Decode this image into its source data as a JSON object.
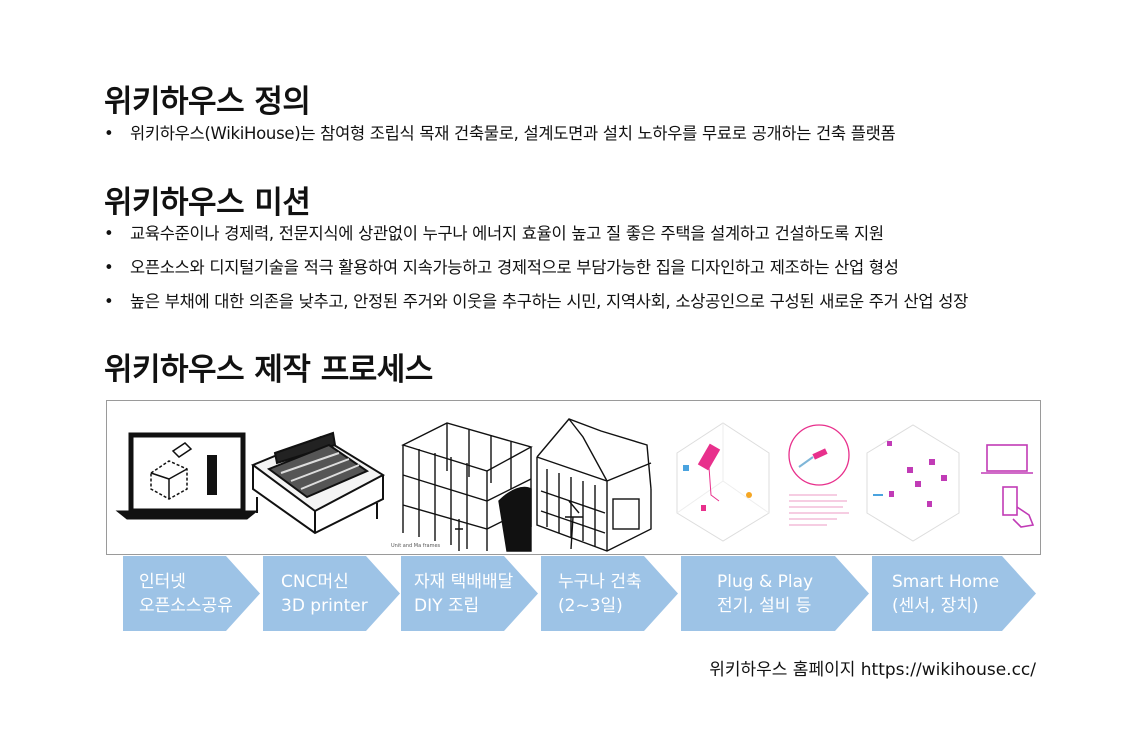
{
  "sections": [
    {
      "title": "위키하우스 정의",
      "bullets": [
        "위키하우스(WikiHouse)는 참여형 조립식 목재 건축물로, 설계도면과 설치 노하우를 무료로 공개하는 건축 플랫폼"
      ]
    },
    {
      "title": "위키하우스 미션",
      "bullets": [
        "교육수준이나 경제력, 전문지식에 상관없이 누구나 에너지 효율이 높고 질 좋은 주택을 설계하고 건설하도록 지원",
        "오픈소스와 디지털기술을 적극 활용하여 지속가능하고 경제적으로 부담가능한 집을 디자인하고 제조하는 산업 형성",
        "높은 부채에 대한 의존을 낮추고, 안정된 주거와 이웃을 추구하는 시민, 지역사회, 소상공인으로 구성된 새로운 주거 산업 성장"
      ]
    },
    {
      "title": "위키하우스 제작 프로세스"
    }
  ],
  "steps": [
    {
      "line1": "인터넷",
      "line2": "오픈소스공유"
    },
    {
      "line1": "CNC머신",
      "line2": "3D printer"
    },
    {
      "line1": "자재 택배배달",
      "line2": "DIY 조립"
    },
    {
      "line1": "누구나 건축",
      "line2": "(2~3일)"
    },
    {
      "line1": "Plug & Play",
      "line2": "전기, 설비 등"
    },
    {
      "line1": "Smart Home",
      "line2": "(센서, 장치)"
    }
  ],
  "footer": "위키하우스 홈페이지 https://wikihouse.cc/",
  "colors": {
    "chevron": "#9dc3e6",
    "accent": "#e8308c"
  }
}
